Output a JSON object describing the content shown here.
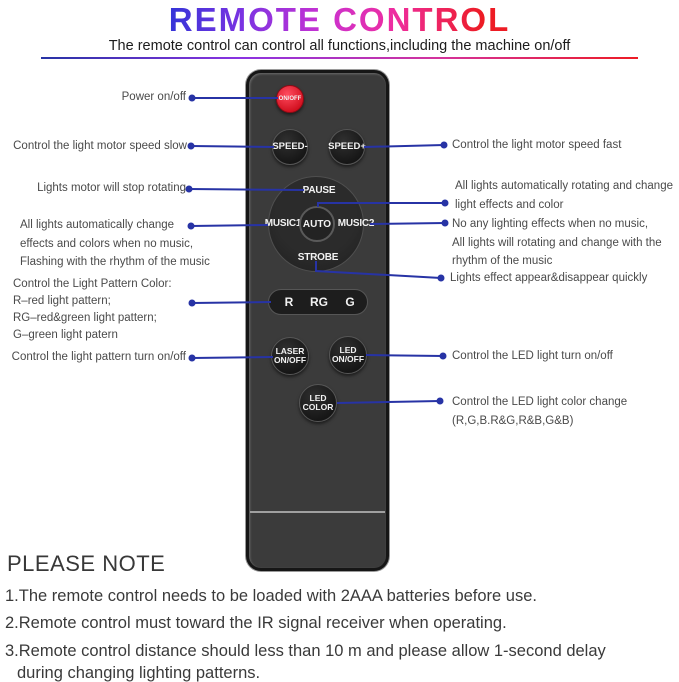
{
  "header": {
    "title": "REMOTE CONTROL",
    "subtitle": "The remote control can control all functions,including the machine on/off"
  },
  "remote": {
    "buttons": {
      "power": "ON/OFF",
      "speed_minus": "SPEED-",
      "speed_plus": "SPEED+",
      "pause": "PAUSE",
      "music1": "MUSIC1",
      "auto": "AUTO",
      "music2": "MUSIC2",
      "strobe": "STROBE",
      "pattern_r": "R",
      "pattern_rg": "RG",
      "pattern_g": "G",
      "laser_onoff": [
        "LASER",
        "ON/OFF"
      ],
      "led_onoff": [
        "LED",
        "ON/OFF"
      ],
      "led_color": [
        "LED",
        "COLOR"
      ]
    }
  },
  "labels": {
    "left": [
      {
        "lines": [
          "Power on/off"
        ]
      },
      {
        "lines": [
          "Control the light motor speed slow"
        ]
      },
      {
        "lines": [
          "Lights motor will stop rotating"
        ]
      },
      {
        "lines": [
          "All lights automatically change",
          "effects and colors when no music,",
          "Flashing with the rhythm of the music"
        ]
      },
      {
        "lines": [
          "Control the Light Pattern Color:",
          "R–red light pattern;",
          "RG–red&green light pattern;",
          "G–green light patern"
        ]
      },
      {
        "lines": [
          "Control the light pattern turn on/off"
        ]
      }
    ],
    "right": [
      {
        "lines": [
          "Control the light motor speed fast"
        ]
      },
      {
        "lines": [
          "All lights automatically rotating and change",
          "light effects and color"
        ]
      },
      {
        "lines": [
          "No any lighting effects when no music,",
          "All lights will rotating and change with the",
          "rhythm of the music"
        ]
      },
      {
        "lines": [
          "Lights effect appear&disappear quickly"
        ]
      },
      {
        "lines": [
          "Control the LED light turn on/off"
        ]
      },
      {
        "lines": [
          "Control the LED light color change",
          "(R,G,B.R&G,R&B,G&B)"
        ]
      }
    ]
  },
  "notes": {
    "heading": "PLEASE NOTE",
    "item1": "1.The remote control needs to be loaded with 2AAA batteries before use.",
    "item2": "2.Remote control must toward the IR signal receiver when operating.",
    "item3_line1": "3.Remote control distance should less than 10 m and please allow 1-second delay",
    "item3_line2": "during changing lighting patterns."
  },
  "colors": {
    "title_gradient_start": "#3534d8",
    "title_gradient_mid": "#c832d2",
    "title_gradient_end": "#ed1c24",
    "connector_blue": "#2733a5",
    "label_text": "#4a4a4a",
    "remote_body": "#3b3b3b",
    "button_dark": "#1d1d1d",
    "power_button_red": "#e01526",
    "note_text": "#3a3a3a"
  }
}
